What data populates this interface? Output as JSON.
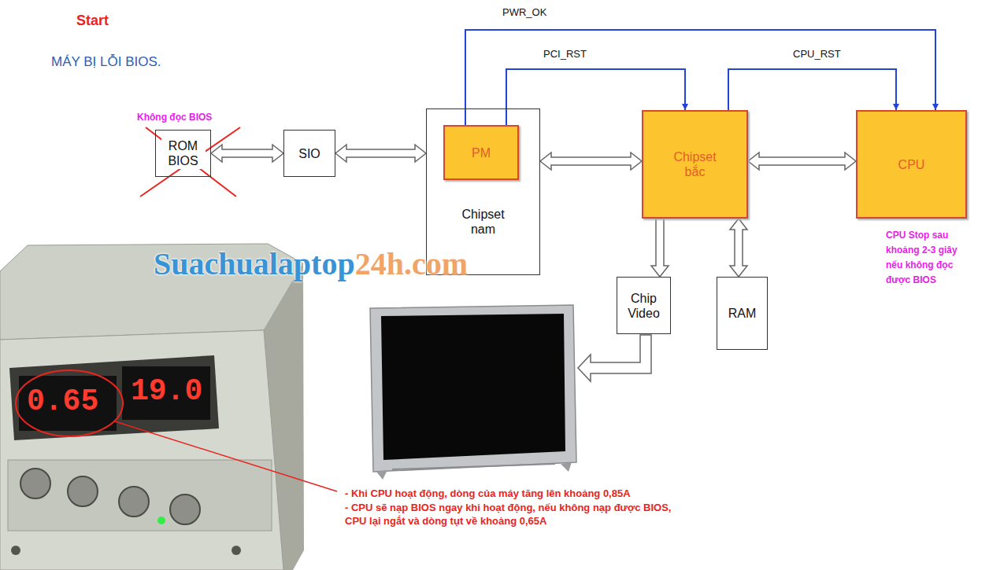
{
  "diagram": {
    "title": "MÁY BỊ LỖI BIOS.",
    "nodes": [
      {
        "text": [
          "ROM BIOS"
        ]
      },
      {
        "text": [
          "SIO"
        ]
      },
      {
        "text": [
          "Chipset nam"
        ]
      },
      {
        "text": [
          "PM"
        ],
        "in": 2
      },
      {
        "text": [
          "Chipset bắc"
        ]
      },
      {
        "text": [
          "CPU"
        ]
      },
      {
        "text": [
          "Chip Video"
        ]
      },
      {
        "text": [
          "RAM"
        ]
      }
    ],
    "edges": [
      {
        "from": 0,
        "to": 1,
        "arrow": "both"
      },
      {
        "from": 1,
        "to": 2,
        "arrow": "both"
      },
      {
        "from": 2,
        "to": 4,
        "arrow": "both"
      },
      {
        "from": 4,
        "to": 5,
        "arrow": "both"
      },
      {
        "from": 4,
        "to": 6,
        "arrow": "to"
      },
      {
        "from": 4,
        "to": 7,
        "arrow": "both"
      },
      {
        "from": 3,
        "to": 4,
        "label": "PCI_RST",
        "arrow": "to"
      },
      {
        "from": 3,
        "to": 5,
        "label": "PWR_OK",
        "arrow": "to"
      },
      {
        "from": 4,
        "to": 5,
        "label": "CPU_RST",
        "arrow": "to"
      }
    ],
    "labels": [
      "Start",
      "Không đọc BIOS",
      "Suachualaptop",
      "24h.com",
      "CPU Stop sau khoảng 2-3 giây nếu không đọc được BIOS",
      "0.65",
      "19.0",
      "- Khi CPU hoạt động, dòng của máy tăng lên khoảng 0,85A",
      "- CPU sẽ nạp BIOS ngay khi hoạt động, nếu không nạp được BIOS, CPU lại ngắt và dòng tụt về khoảng 0,65A"
    ]
  }
}
